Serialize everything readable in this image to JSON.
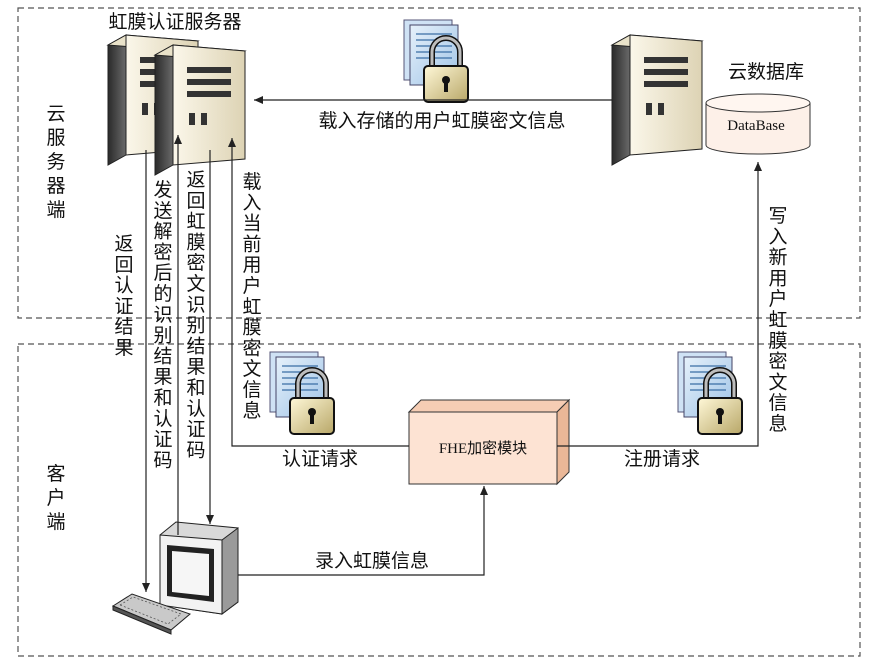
{
  "zones": {
    "cloud_label": "云服务器端",
    "client_label": "客户端"
  },
  "nodes": {
    "iris_server": "虹膜认证服务器",
    "cloud_db": "云数据库",
    "db_cylinder": "DataBase",
    "fhe_module": "FHE加密模块"
  },
  "edges": {
    "load_stored": "载入存储的用户虹膜密文信息",
    "load_current": "载入当前用户虹膜密文信息",
    "write_new": "写入新用户虹膜密文信息",
    "return_auth": "返回认证结果",
    "send_decrypted": "发送解密后的识别结果和认证码",
    "return_cipher": "返回虹膜密文识别结果和认证码",
    "auth_request": "认证请求",
    "register_request": "注册请求",
    "input_iris": "录入虹膜信息"
  },
  "colors": {
    "border": "#555555",
    "server_face": "#f3eedb",
    "fhe_fill": "#fde3d3",
    "db_fill": "#fdf0e8"
  }
}
